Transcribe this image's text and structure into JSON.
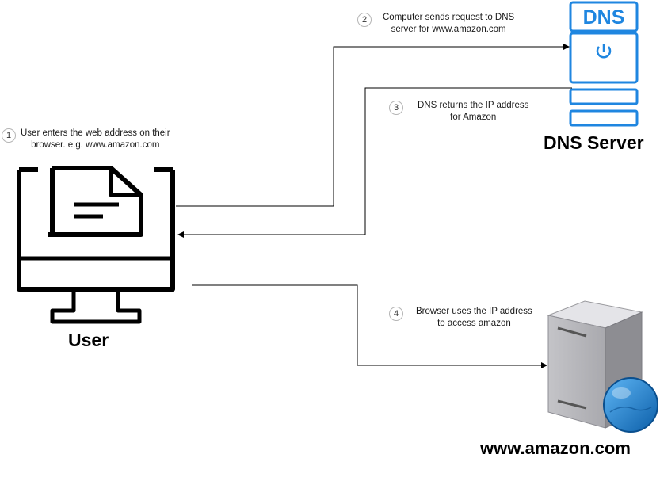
{
  "nodes": {
    "user_label": "User",
    "dns_label": "DNS Server",
    "dns_icon_text": "DNS",
    "web_label": "www.amazon.com"
  },
  "steps": [
    {
      "num": "1",
      "line1": "User enters the web address on their",
      "line2": "browser. e.g. www.amazon.com"
    },
    {
      "num": "2",
      "line1": "Computer sends request to DNS",
      "line2": "server for www.amazon.com"
    },
    {
      "num": "3",
      "line1": "DNS returns the IP address",
      "line2": "for Amazon"
    },
    {
      "num": "4",
      "line1": "Browser uses the IP address",
      "line2": "to access amazon"
    }
  ],
  "colors": {
    "dns_blue": "#1f86e0",
    "connector": "#000000",
    "server_gray": "#c8c8cc",
    "globe_blue": "#1a7fd4"
  }
}
